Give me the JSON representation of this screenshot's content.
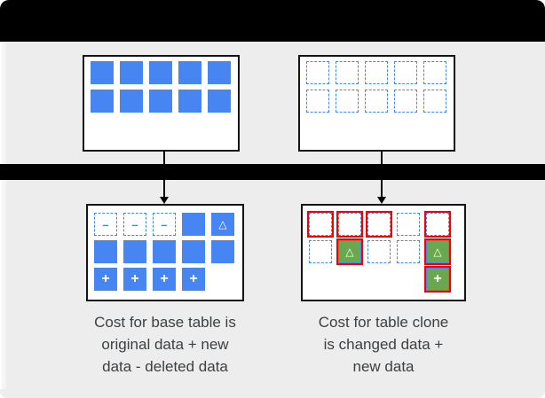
{
  "diagram": {
    "colors": {
      "blue": "#4785f3",
      "green": "#6aa84f",
      "red": "#f50000",
      "background": "#ededed",
      "bar": "#000000",
      "box_border": "#141414",
      "text": "#3c4043"
    },
    "glyphs": {
      "minus": "–",
      "plus": "+",
      "delta": "△"
    },
    "top_left_box": {
      "grid": [
        [
          "solid",
          "solid",
          "solid",
          "solid",
          "solid"
        ],
        [
          "solid",
          "solid",
          "solid",
          "solid",
          "solid"
        ]
      ]
    },
    "top_right_box": {
      "grid": [
        [
          "dashed",
          "dashed",
          "dashed",
          "dashed",
          "dashed"
        ],
        [
          "dashed",
          "dashed",
          "dashed",
          "dashed",
          "dashed"
        ]
      ]
    },
    "bottom_left_box": {
      "grid": [
        [
          "dashed-minus",
          "dashed-minus",
          "dashed-minus",
          "solid",
          "solid-delta"
        ],
        [
          "solid",
          "solid",
          "solid",
          "solid",
          "solid"
        ],
        [
          "solid-plus",
          "solid-plus",
          "solid-plus",
          "solid-plus",
          "empty"
        ]
      ]
    },
    "bottom_right_box": {
      "grid": [
        [
          "red-dashed",
          "red-dashed",
          "red-dashed",
          "dashed",
          "red-dashed"
        ],
        [
          "dashed",
          "red-green-delta",
          "dashed",
          "dashed",
          "red-green-delta"
        ],
        [
          "empty",
          "empty",
          "empty",
          "empty",
          "red-green-plus"
        ]
      ]
    },
    "captions": {
      "left": [
        "Cost for base table is",
        "original data + new",
        "data - deleted data"
      ],
      "right": [
        "Cost for table clone",
        "is changed data +",
        "new data"
      ]
    }
  }
}
